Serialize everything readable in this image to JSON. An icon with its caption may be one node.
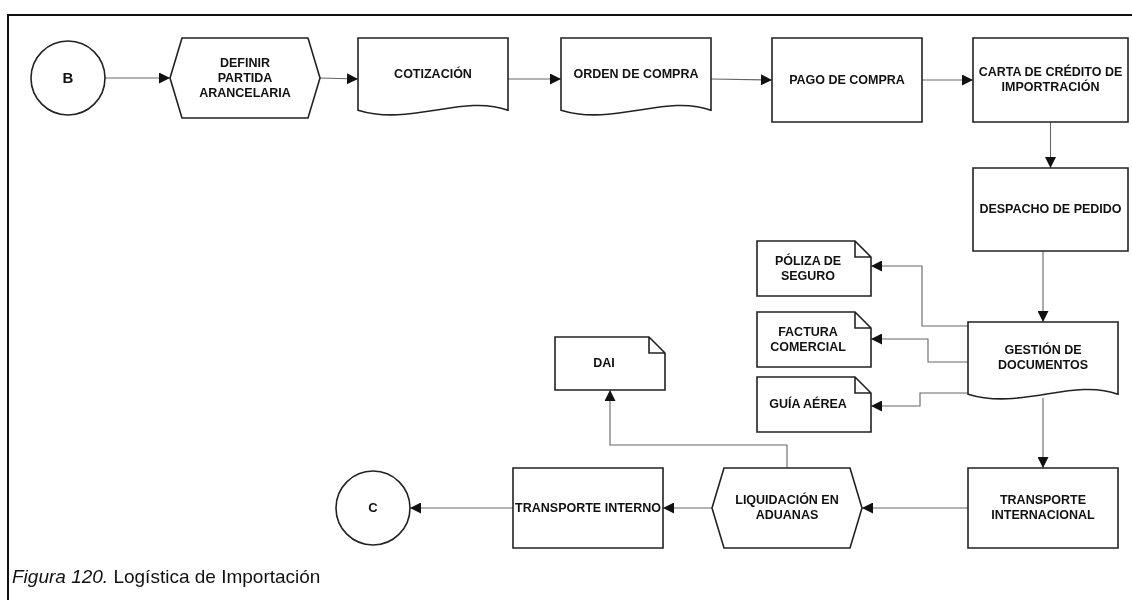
{
  "diagram": {
    "caption": "*Figura 120.*  Logística de Importación",
    "nodes": [
      {
        "text": [
          "B"
        ]
      },
      {
        "text": [
          "DEFINIR PARTIDA ARANCELARIA"
        ]
      },
      {
        "text": [
          "COTIZACIÓN"
        ]
      },
      {
        "text": [
          "ORDEN DE COMPRA"
        ]
      },
      {
        "text": [
          "PAGO DE COMPRA"
        ]
      },
      {
        "text": [
          "CARTA DE CRÉDITO DE IMPORTRACIÓN"
        ]
      },
      {
        "text": [
          "DESPACHO DE PEDIDO"
        ]
      },
      {
        "text": [
          "PÓLIZA DE SEGURO"
        ]
      },
      {
        "text": [
          "FACTURA COMERCIAL"
        ]
      },
      {
        "text": [
          "GUÍA AÉREA"
        ]
      },
      {
        "text": [
          "GESTIÓN DE DOCUMENTOS"
        ]
      },
      {
        "text": [
          "DAI"
        ]
      },
      {
        "text": [
          "TRANSPORTE INTERNACIONAL"
        ]
      },
      {
        "text": [
          "LIQUIDACIÓN EN ADUANAS"
        ]
      },
      {
        "text": [
          "TRANSPORTE INTERNO"
        ]
      },
      {
        "text": [
          "C"
        ]
      }
    ],
    "edges": [
      {
        "from": 0,
        "to": 1,
        "arrow": "to"
      },
      {
        "from": 1,
        "to": 2,
        "arrow": "to"
      },
      {
        "from": 2,
        "to": 3,
        "arrow": "to"
      },
      {
        "from": 3,
        "to": 4,
        "arrow": "to"
      },
      {
        "from": 4,
        "to": 5,
        "arrow": "to"
      },
      {
        "from": 5,
        "to": 6,
        "arrow": "to"
      },
      {
        "from": 6,
        "to": 10,
        "arrow": "to"
      },
      {
        "from": 10,
        "to": 7,
        "arrow": "to"
      },
      {
        "from": 10,
        "to": 8,
        "arrow": "to"
      },
      {
        "from": 10,
        "to": 9,
        "arrow": "to"
      },
      {
        "from": 10,
        "to": 12,
        "arrow": "to"
      },
      {
        "from": 12,
        "to": 13,
        "arrow": "to"
      },
      {
        "from": 13,
        "to": 14,
        "arrow": "to"
      },
      {
        "from": 14,
        "to": 15,
        "arrow": "to"
      },
      {
        "from": 13,
        "to": 11,
        "arrow": "to"
      }
    ]
  }
}
